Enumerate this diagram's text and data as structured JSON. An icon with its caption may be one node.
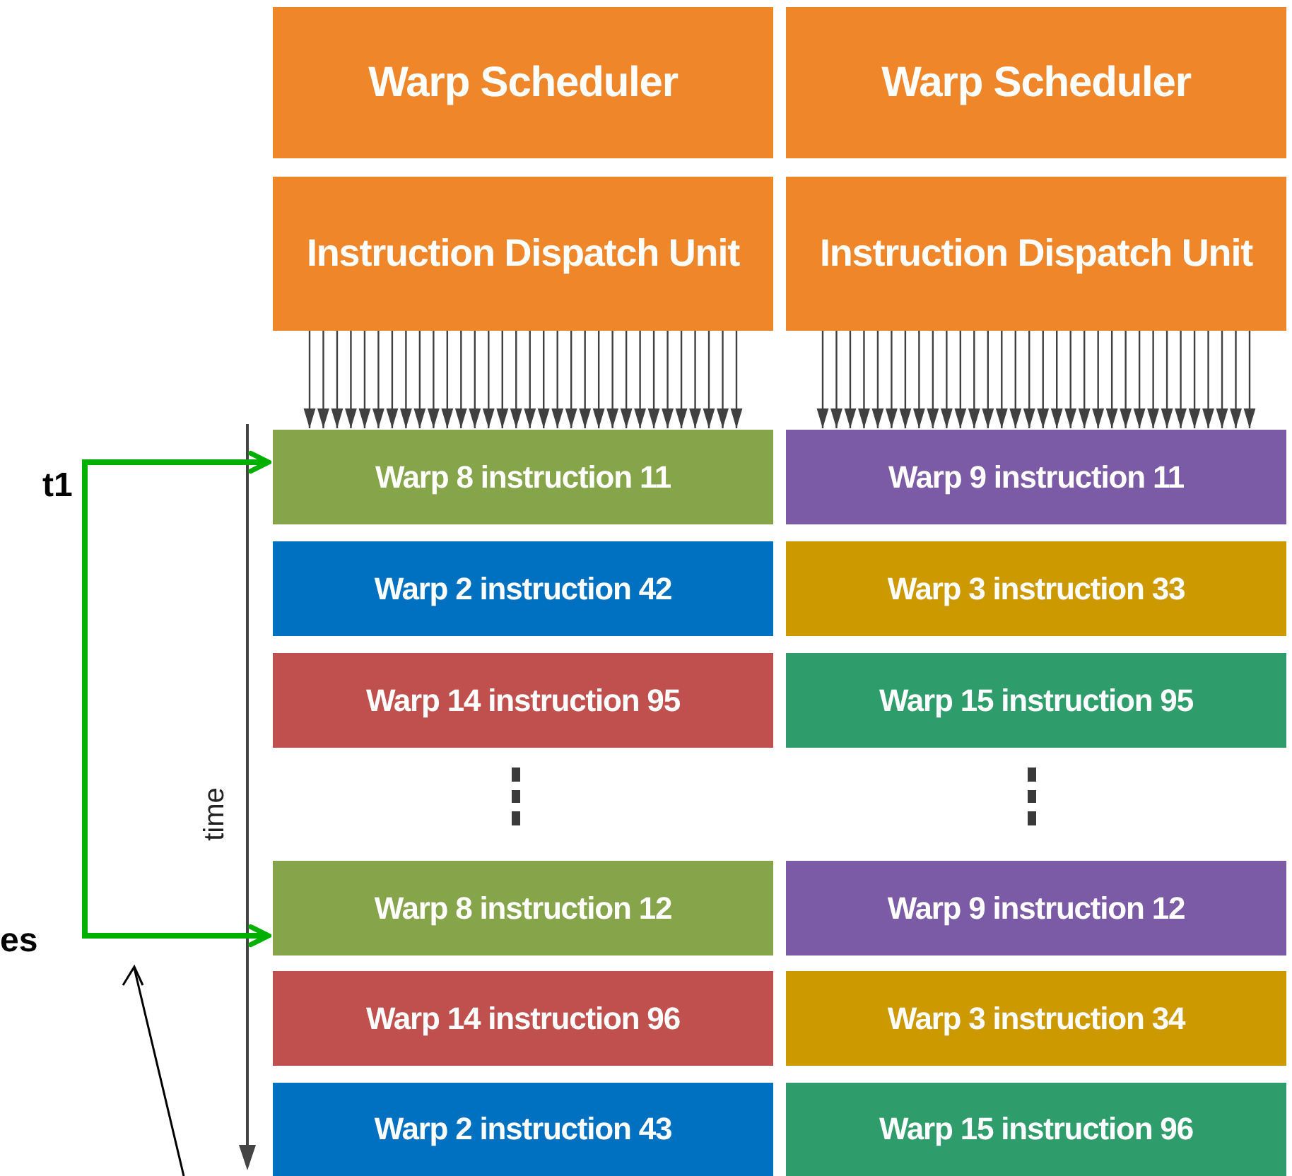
{
  "diagram": {
    "nodes": [
      {
        "text": [
          "Warp Scheduler"
        ]
      },
      {
        "text": [
          "Warp Scheduler"
        ]
      },
      {
        "text": [
          "Instruction Dispatch Unit"
        ]
      },
      {
        "text": [
          "Instruction Dispatch Unit"
        ]
      },
      {
        "text": [
          "Warp 8 instruction 11"
        ]
      },
      {
        "text": [
          "Warp 9 instruction 11"
        ]
      },
      {
        "text": [
          "Warp 2 instruction 42"
        ]
      },
      {
        "text": [
          "Warp 3 instruction 33"
        ]
      },
      {
        "text": [
          "Warp 14 instruction 95"
        ]
      },
      {
        "text": [
          "Warp 15 instruction 95"
        ]
      },
      {
        "text": [
          "Warp 8 instruction 12"
        ]
      },
      {
        "text": [
          "Warp 9 instruction 12"
        ]
      },
      {
        "text": [
          "Warp 14 instruction 96"
        ]
      },
      {
        "text": [
          "Warp 3 instruction 34"
        ]
      },
      {
        "text": [
          "Warp 2 instruction 43"
        ]
      },
      {
        "text": [
          "Warp 15 instruction 96"
        ]
      }
    ],
    "edges": [
      {
        "from": 2,
        "to": 4,
        "arrow": "to"
      },
      {
        "from": 2,
        "to": 4,
        "arrow": "to"
      },
      {
        "from": 2,
        "to": 4,
        "arrow": "to"
      },
      {
        "from": 2,
        "to": 4,
        "arrow": "to"
      },
      {
        "from": 2,
        "to": 4,
        "arrow": "to"
      },
      {
        "from": 2,
        "to": 4,
        "arrow": "to"
      },
      {
        "from": 2,
        "to": 4,
        "arrow": "to"
      },
      {
        "from": 2,
        "to": 4,
        "arrow": "to"
      },
      {
        "from": 2,
        "to": 4,
        "arrow": "to"
      },
      {
        "from": 2,
        "to": 4,
        "arrow": "to"
      },
      {
        "from": 2,
        "to": 4,
        "arrow": "to"
      },
      {
        "from": 2,
        "to": 4,
        "arrow": "to"
      },
      {
        "from": 2,
        "to": 4,
        "arrow": "to"
      },
      {
        "from": 2,
        "to": 4,
        "arrow": "to"
      },
      {
        "from": 2,
        "to": 4,
        "arrow": "to"
      },
      {
        "from": 2,
        "to": 4,
        "arrow": "to"
      },
      {
        "from": 2,
        "to": 4,
        "arrow": "to"
      },
      {
        "from": 2,
        "to": 4,
        "arrow": "to"
      },
      {
        "from": 2,
        "to": 4,
        "arrow": "to"
      },
      {
        "from": 2,
        "to": 4,
        "arrow": "to"
      },
      {
        "from": 2,
        "to": 4,
        "arrow": "to"
      },
      {
        "from": 2,
        "to": 4,
        "arrow": "to"
      },
      {
        "from": 2,
        "to": 4,
        "arrow": "to"
      },
      {
        "from": 2,
        "to": 4,
        "arrow": "to"
      },
      {
        "from": 2,
        "to": 4,
        "arrow": "to"
      },
      {
        "from": 2,
        "to": 4,
        "arrow": "to"
      },
      {
        "from": 2,
        "to": 4,
        "arrow": "to"
      },
      {
        "from": 2,
        "to": 4,
        "arrow": "to"
      },
      {
        "from": 2,
        "to": 4,
        "arrow": "to"
      },
      {
        "from": 2,
        "to": 4,
        "arrow": "to"
      },
      {
        "from": 2,
        "to": 4,
        "arrow": "to"
      },
      {
        "from": 2,
        "to": 4,
        "arrow": "to"
      },
      {
        "from": 3,
        "to": 5,
        "arrow": "to"
      },
      {
        "from": 3,
        "to": 5,
        "arrow": "to"
      },
      {
        "from": 3,
        "to": 5,
        "arrow": "to"
      },
      {
        "from": 3,
        "to": 5,
        "arrow": "to"
      },
      {
        "from": 3,
        "to": 5,
        "arrow": "to"
      },
      {
        "from": 3,
        "to": 5,
        "arrow": "to"
      },
      {
        "from": 3,
        "to": 5,
        "arrow": "to"
      },
      {
        "from": 3,
        "to": 5,
        "arrow": "to"
      },
      {
        "from": 3,
        "to": 5,
        "arrow": "to"
      },
      {
        "from": 3,
        "to": 5,
        "arrow": "to"
      },
      {
        "from": 3,
        "to": 5,
        "arrow": "to"
      },
      {
        "from": 3,
        "to": 5,
        "arrow": "to"
      },
      {
        "from": 3,
        "to": 5,
        "arrow": "to"
      },
      {
        "from": 3,
        "to": 5,
        "arrow": "to"
      },
      {
        "from": 3,
        "to": 5,
        "arrow": "to"
      },
      {
        "from": 3,
        "to": 5,
        "arrow": "to"
      },
      {
        "from": 3,
        "to": 5,
        "arrow": "to"
      },
      {
        "from": 3,
        "to": 5,
        "arrow": "to"
      },
      {
        "from": 3,
        "to": 5,
        "arrow": "to"
      },
      {
        "from": 3,
        "to": 5,
        "arrow": "to"
      },
      {
        "from": 3,
        "to": 5,
        "arrow": "to"
      },
      {
        "from": 3,
        "to": 5,
        "arrow": "to"
      },
      {
        "from": 3,
        "to": 5,
        "arrow": "to"
      },
      {
        "from": 3,
        "to": 5,
        "arrow": "to"
      },
      {
        "from": 3,
        "to": 5,
        "arrow": "to"
      },
      {
        "from": 3,
        "to": 5,
        "arrow": "to"
      },
      {
        "from": 3,
        "to": 5,
        "arrow": "to"
      },
      {
        "from": 3,
        "to": 5,
        "arrow": "to"
      },
      {
        "from": 3,
        "to": 5,
        "arrow": "to"
      },
      {
        "from": 3,
        "to": 5,
        "arrow": "to"
      },
      {
        "from": 3,
        "to": 5,
        "arrow": "to"
      },
      {
        "from": 3,
        "to": 5,
        "arrow": "to"
      },
      {
        "from": null,
        "to": 4,
        "arrow": "to",
        "style": "thick",
        "color": "#00b000"
      },
      {
        "from": null,
        "to": 10,
        "arrow": "to",
        "style": "thick",
        "color": "#00b000"
      }
    ],
    "labels": [
      "t1",
      "es",
      "time"
    ]
  }
}
